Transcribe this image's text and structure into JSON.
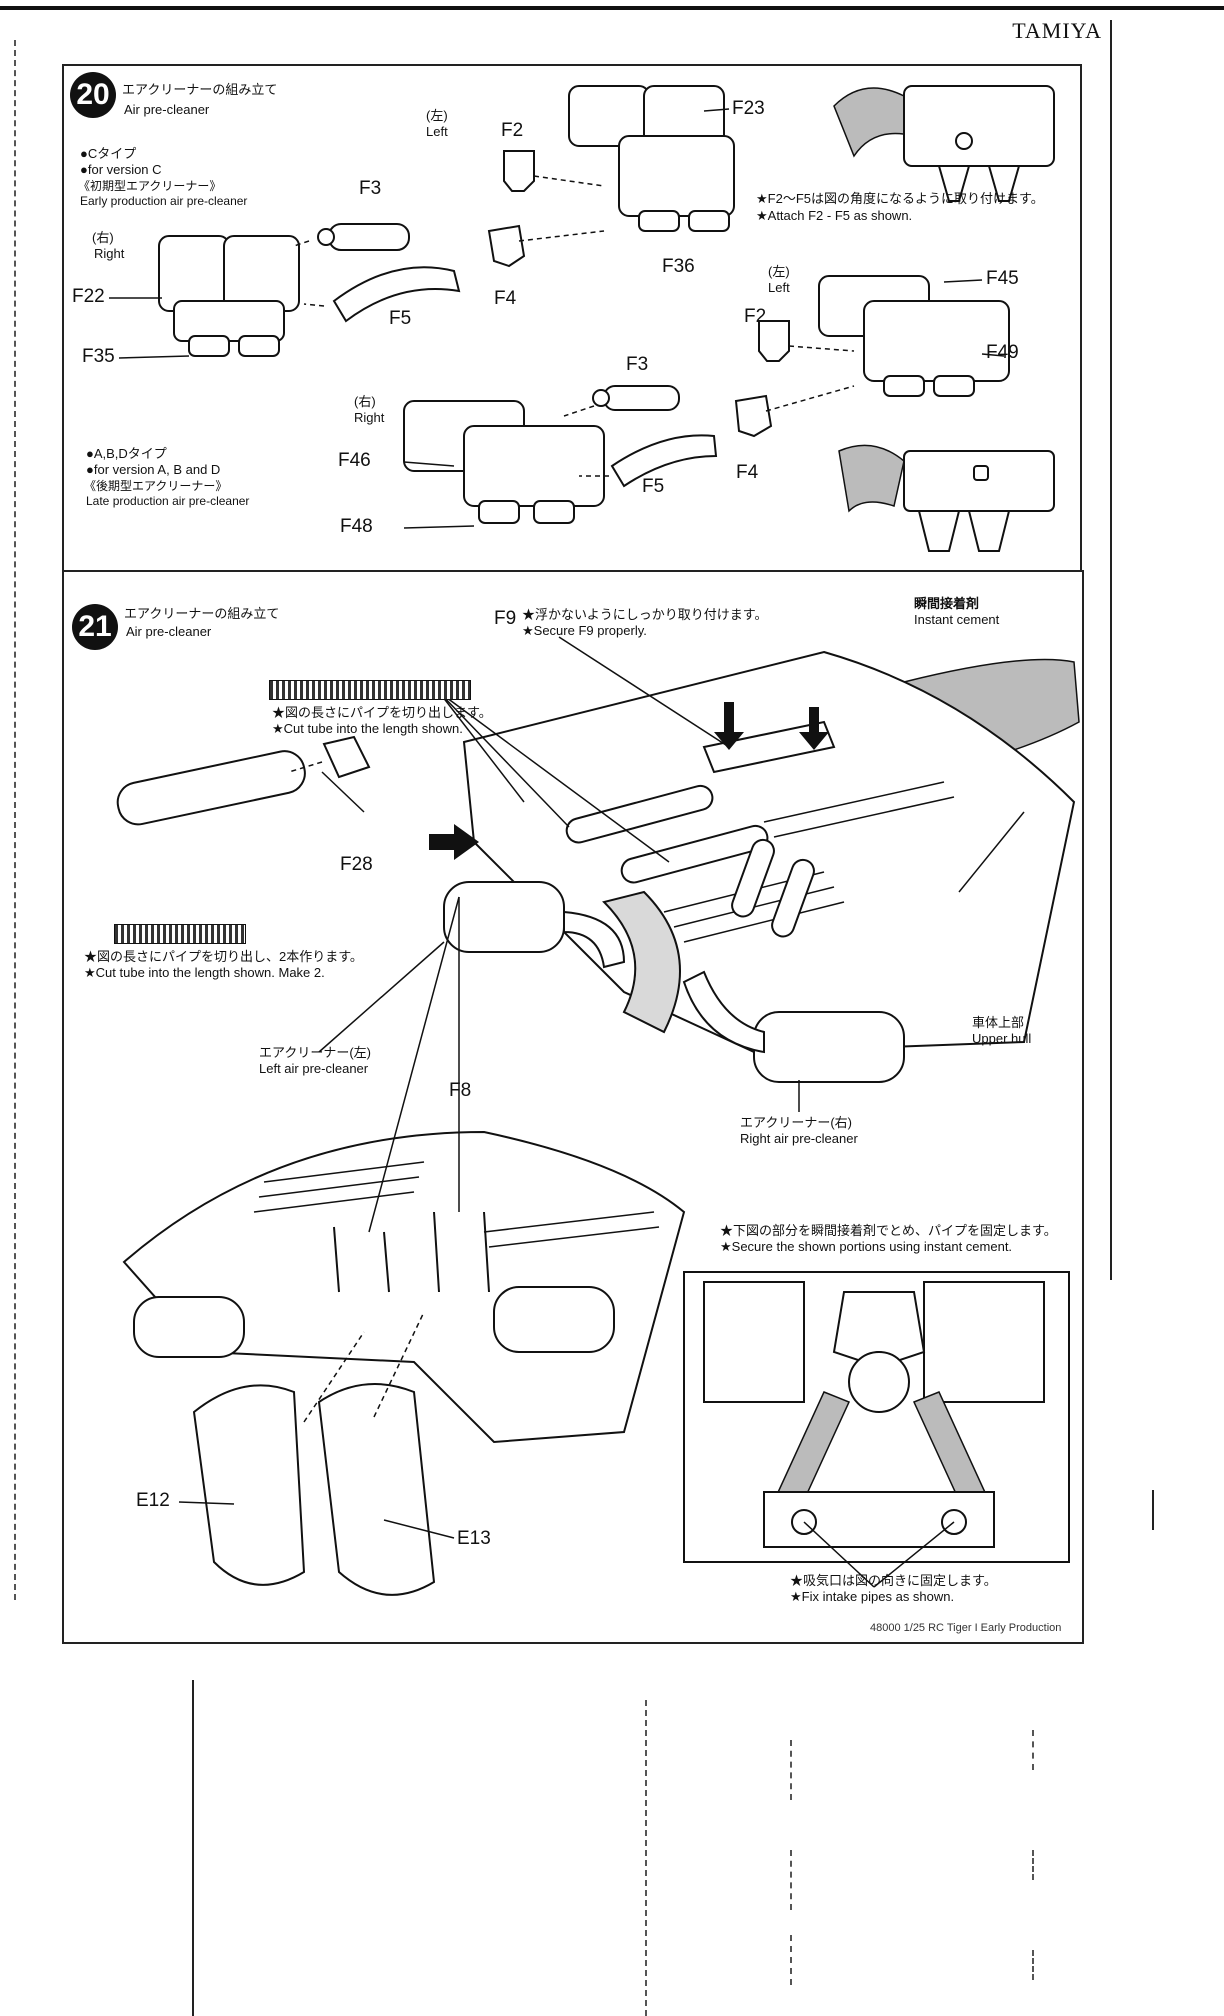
{
  "brand": "TAMIYA",
  "step20": {
    "number": "20",
    "title_jp": "エアクリーナーの組み立て",
    "title_en": "Air pre-cleaner",
    "versionC": {
      "head_jp": "●Cタイプ",
      "head_en": "●for version C",
      "sub_jp": "《初期型エアクリーナー》",
      "sub_en": "Early production air pre-cleaner"
    },
    "versionABD": {
      "head_jp": "●A,B,Dタイプ",
      "head_en": "●for version A, B and D",
      "sub_jp": "《後期型エアクリーナー》",
      "sub_en": "Late production air pre-cleaner"
    },
    "left_jp": "(左)",
    "left_en": "Left",
    "right_jp": "(右)",
    "right_en": "Right",
    "note_jp": "★F2～F5は図の角度になるように取り付けます。",
    "note_en": "★Attach F2 - F5 as shown.",
    "parts": {
      "F2a": "F2",
      "F3a": "F3",
      "F4a": "F4",
      "F5a": "F5",
      "F22": "F22",
      "F35": "F35",
      "F23": "F23",
      "F36": "F36",
      "F45": "F45",
      "F49": "F49",
      "F2b": "F2",
      "F4b": "F4",
      "F46": "F46",
      "F48": "F48",
      "F3b": "F3",
      "F5b": "F5"
    }
  },
  "step21": {
    "number": "21",
    "title_jp": "エアクリーナーの組み立て",
    "title_en": "Air pre-cleaner",
    "f9_label": "F9",
    "f9_note_jp": "★浮かないようにしっかり取り付けます。",
    "f9_note_en": "★Secure F9 properly.",
    "cement_jp": "瞬間接着剤",
    "cement_en": "Instant cement",
    "tube1_jp": "★図の長さにパイプを切り出します。",
    "tube1_en": "★Cut tube into the length shown.",
    "tube2_jp": "★図の長さにパイプを切り出し、2本作ります。",
    "tube2_en": "★Cut tube into the length shown. Make 2.",
    "f28": "F28",
    "left_cleaner_jp": "エアクリーナー(左)",
    "left_cleaner_en": "Left air pre-cleaner",
    "right_cleaner_jp": "エアクリーナー(右)",
    "right_cleaner_en": "Right air pre-cleaner",
    "upper_hull_jp": "車体上部",
    "upper_hull_en": "Upper hull",
    "f8": "F8",
    "secure_jp": "★下図の部分を瞬間接着剤でとめ、パイプを固定します。",
    "secure_en": "★Secure the shown portions using instant cement.",
    "intake_jp": "★吸気口は図の向きに固定します。",
    "intake_en": "★Fix intake pipes as shown.",
    "e12": "E12",
    "e13": "E13"
  },
  "footer": "48000 1/25 RC Tiger I Early Production"
}
